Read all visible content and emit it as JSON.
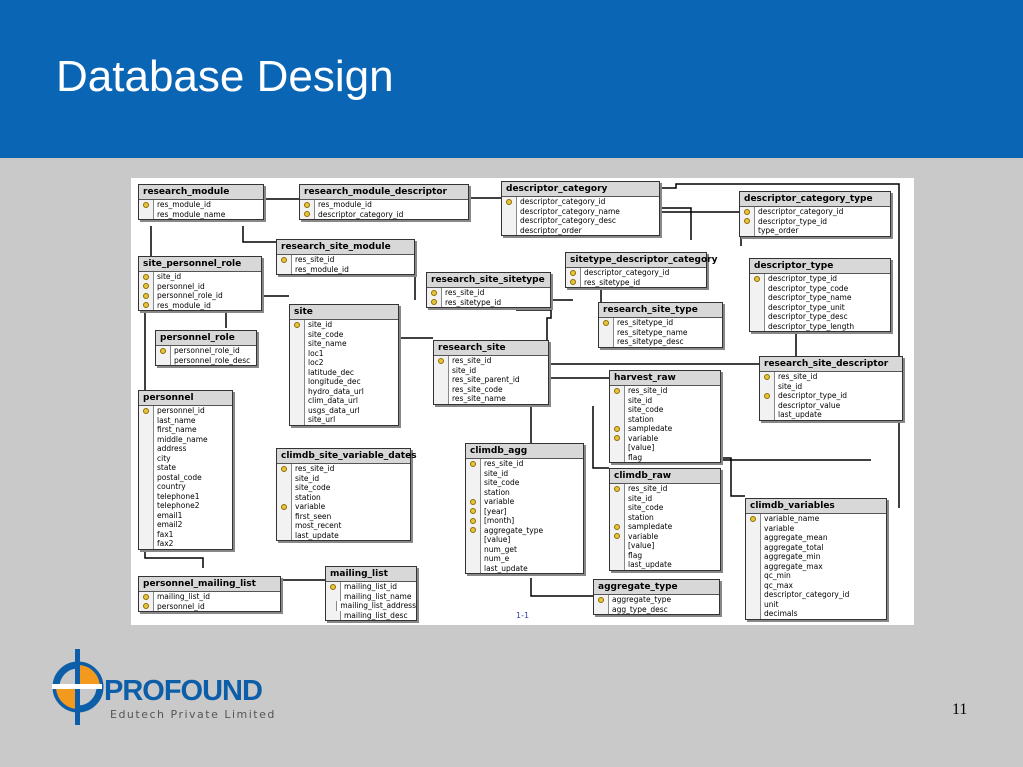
{
  "slide": {
    "title": "Database Design",
    "page_number": "11"
  },
  "logo": {
    "brand": "PROFOUND",
    "tagline": "Edutech Private Limited"
  },
  "diagram": {
    "caption": "1-1",
    "tables": [
      {
        "name": "research_module",
        "fields": [
          "res_module_id",
          "res_module_name"
        ],
        "keys": [
          0
        ]
      },
      {
        "name": "research_module_descriptor",
        "fields": [
          "res_module_id",
          "descriptor_category_id"
        ],
        "keys": [
          0,
          1
        ]
      },
      {
        "name": "descriptor_category",
        "fields": [
          "descriptor_category_id",
          "descriptor_category_name",
          "descriptor_category_desc",
          "descriptor_order"
        ],
        "keys": [
          0
        ]
      },
      {
        "name": "descriptor_category_type",
        "fields": [
          "descriptor_category_id",
          "descriptor_type_id",
          "type_order"
        ],
        "keys": [
          0,
          1
        ]
      },
      {
        "name": "research_site_module",
        "fields": [
          "res_site_id",
          "res_module_id"
        ],
        "keys": [
          0
        ]
      },
      {
        "name": "site_personnel_role",
        "fields": [
          "site_id",
          "personnel_id",
          "personnel_role_id",
          "res_module_id"
        ],
        "keys": [
          0,
          1,
          2,
          3
        ]
      },
      {
        "name": "sitetype_descriptor_category",
        "fields": [
          "descriptor_category_id",
          "res_sitetype_id"
        ],
        "keys": [
          0,
          1
        ]
      },
      {
        "name": "descriptor_type",
        "fields": [
          "descriptor_type_id",
          "descriptor_type_code",
          "descriptor_type_name",
          "descriptor_type_unit",
          "descriptor_type_desc",
          "descriptor_type_length"
        ],
        "keys": [
          0
        ]
      },
      {
        "name": "research_site_sitetype",
        "fields": [
          "res_site_id",
          "res_sitetype_id"
        ],
        "keys": [
          0,
          1
        ]
      },
      {
        "name": "site",
        "fields": [
          "site_id",
          "site_code",
          "site_name",
          "loc1",
          "loc2",
          "latitude_dec",
          "longitude_dec",
          "hydro_data_url",
          "clim_data_url",
          "usgs_data_url",
          "site_url"
        ],
        "keys": [
          0
        ]
      },
      {
        "name": "research_site_type",
        "fields": [
          "res_sitetype_id",
          "res_sitetype_name",
          "res_sitetype_desc"
        ],
        "keys": [
          0
        ]
      },
      {
        "name": "personnel_role",
        "fields": [
          "personnel_role_id",
          "personnel_role_desc"
        ],
        "keys": [
          0
        ]
      },
      {
        "name": "research_site",
        "fields": [
          "res_site_id",
          "site_id",
          "res_site_parent_id",
          "res_site_code",
          "res_site_name"
        ],
        "keys": [
          0
        ]
      },
      {
        "name": "research_site_descriptor",
        "fields": [
          "res_site_id",
          "site_id",
          "descriptor_type_id",
          "descriptor_value",
          "last_update"
        ],
        "keys": [
          0,
          2
        ]
      },
      {
        "name": "harvest_raw",
        "fields": [
          "res_site_id",
          "site_id",
          "site_code",
          "station",
          "sampledate",
          "variable",
          "[value]",
          "flag"
        ],
        "keys": [
          0,
          4,
          5
        ]
      },
      {
        "name": "personnel",
        "fields": [
          "personnel_id",
          "last_name",
          "first_name",
          "middle_name",
          "address",
          "city",
          "state",
          "postal_code",
          "country",
          "telephone1",
          "telephone2",
          "email1",
          "email2",
          "fax1",
          "fax2"
        ],
        "keys": [
          0
        ]
      },
      {
        "name": "climdb_site_variable_dates",
        "fields": [
          "res_site_id",
          "site_id",
          "site_code",
          "station",
          "variable",
          "first_seen",
          "most_recent",
          "last_update"
        ],
        "keys": [
          0,
          4
        ]
      },
      {
        "name": "climdb_agg",
        "fields": [
          "res_site_id",
          "site_id",
          "site_code",
          "station",
          "variable",
          "[year]",
          "[month]",
          "aggregate_type",
          "[value]",
          "num_get",
          "num_e",
          "last_update"
        ],
        "keys": [
          0,
          4,
          5,
          6,
          7
        ]
      },
      {
        "name": "climdb_raw",
        "fields": [
          "res_site_id",
          "site_id",
          "site_code",
          "station",
          "sampledate",
          "variable",
          "[value]",
          "flag",
          "last_update"
        ],
        "keys": [
          0,
          4,
          5
        ]
      },
      {
        "name": "climdb_variables",
        "fields": [
          "variable_name",
          "variable",
          "aggregate_mean",
          "aggregate_total",
          "aggregate_min",
          "aggregate_max",
          "qc_min",
          "qc_max",
          "descriptor_category_id",
          "unit",
          "decimals"
        ],
        "keys": [
          0
        ]
      },
      {
        "name": "personnel_mailing_list",
        "fields": [
          "mailing_list_id",
          "personnel_id"
        ],
        "keys": [
          0,
          1
        ]
      },
      {
        "name": "mailing_list",
        "fields": [
          "mailing_list_id",
          "mailing_list_name",
          "mailing_list_address",
          "mailing_list_desc"
        ],
        "keys": [
          0
        ]
      },
      {
        "name": "aggregate_type",
        "fields": [
          "aggregate_type",
          "agg_type_desc"
        ],
        "keys": [
          0
        ]
      }
    ]
  }
}
